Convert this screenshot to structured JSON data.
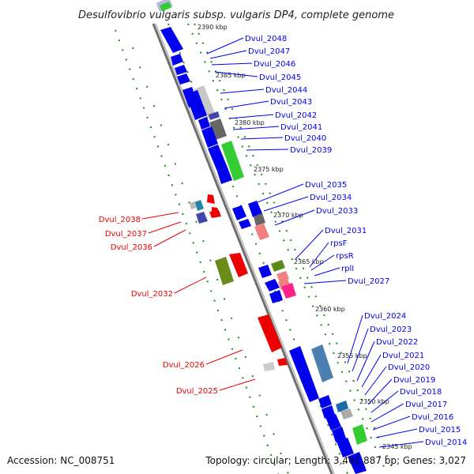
{
  "title": "Desulfovibrio vulgaris subsp. vulgaris DP4, complete genome",
  "footer": {
    "accession": "Accession: NC_008751",
    "stats": "Topology: circular; Length: 3,462,887 bp; Genes: 3,027"
  },
  "colors": {
    "forward_gene": "#0000ee",
    "reverse_gene": "#ee0000",
    "backbone": "#808080",
    "dots": "#1a8a1a"
  },
  "kbp_ticks": [
    "2390 kbp",
    "2385 kbp",
    "2380 kbp",
    "2375 kbp",
    "2370 kbp",
    "2365 kbp",
    "2360 kbp",
    "2355 kbp",
    "2350 kbp",
    "2345 kbp"
  ],
  "forward_labels": [
    "Dvul_2048",
    "Dvul_2047",
    "Dvul_2046",
    "Dvul_2045",
    "Dvul_2044",
    "Dvul_2043",
    "Dvul_2042",
    "Dvul_2041",
    "Dvul_2040",
    "Dvul_2039",
    "Dvul_2035",
    "Dvul_2034",
    "Dvul_2033",
    "Dvul_2031",
    "rpsF",
    "rpsR",
    "rplI",
    "Dvul_2027",
    "Dvul_2024",
    "Dvul_2023",
    "Dvul_2022",
    "Dvul_2021",
    "Dvul_2020",
    "Dvul_2019",
    "Dvul_2018",
    "Dvul_2017",
    "Dvul_2016",
    "Dvul_2015",
    "Dvul_2014"
  ],
  "reverse_labels": [
    "Dvul_2038",
    "Dvul_2037",
    "Dvul_2036",
    "Dvul_2032",
    "Dvul_2026",
    "Dvul_2025"
  ]
}
